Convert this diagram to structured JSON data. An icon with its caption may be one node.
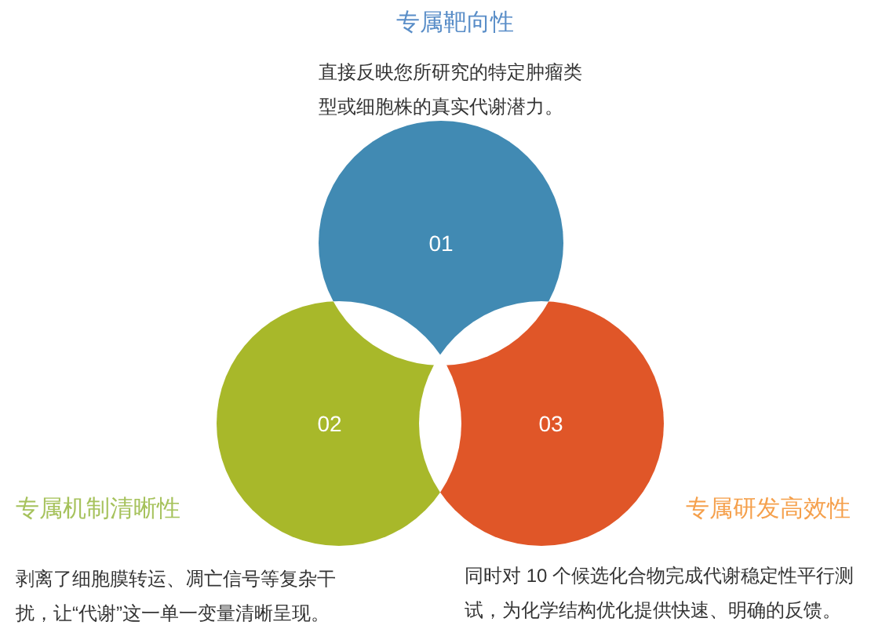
{
  "diagram": {
    "nodes": [
      {
        "text": [
          "01"
        ],
        "beside": [
          "专属靶向性",
          "直接反映您所研究的特定肿瘤类型或细胞株的真实代谢潜力。"
        ]
      },
      {
        "text": [
          "02"
        ],
        "beside": [
          "专属机制清晰性",
          "剥离了细胞膜转运、凋亡信号等复杂干扰，让“代谢”这一单一变量清晰呈现。"
        ]
      },
      {
        "text": [
          "03"
        ],
        "beside": [
          "专属研发高效性",
          "同时对 10 个候选化合物完成代谢稳定性平行测试，为化学结构优化提供快速、明确的反馈。"
        ]
      }
    ]
  }
}
